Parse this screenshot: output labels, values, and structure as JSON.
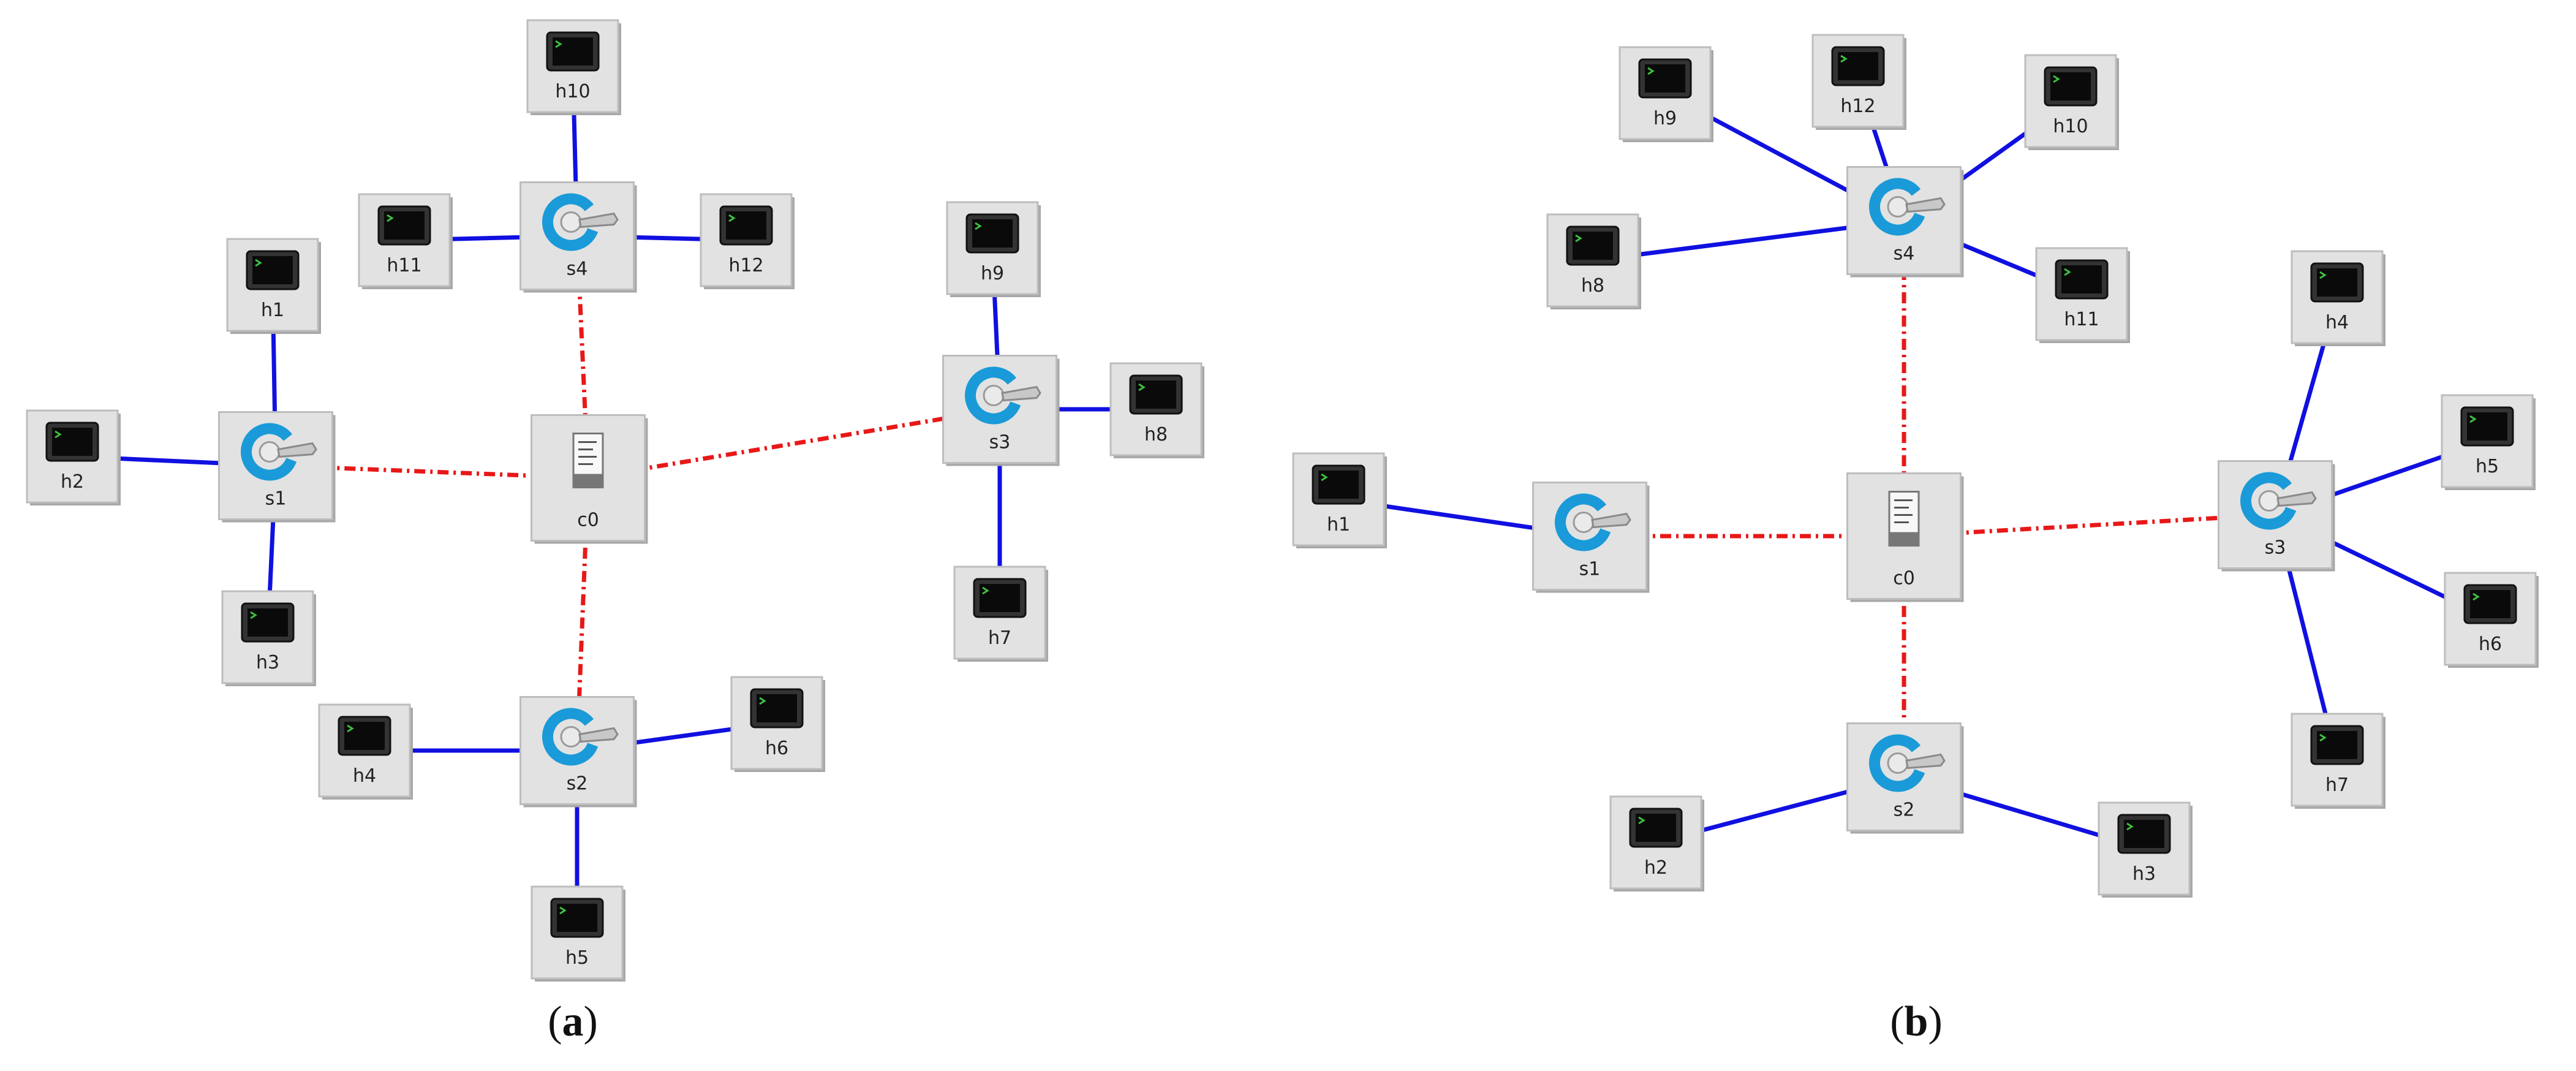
{
  "colors": {
    "data_link": "#1010e0",
    "control_link": "#e81818",
    "node_bg": "#e2e2e2",
    "switch_icon": "#1a9ad8"
  },
  "panels": [
    {
      "id": "a",
      "caption": {
        "open": "(",
        "letter": "a",
        "close": ")"
      },
      "nodes": [
        {
          "id": "c0",
          "label": "c0",
          "kind": "controller"
        },
        {
          "id": "s1",
          "label": "s1",
          "kind": "switch"
        },
        {
          "id": "s2",
          "label": "s2",
          "kind": "switch"
        },
        {
          "id": "s3",
          "label": "s3",
          "kind": "switch"
        },
        {
          "id": "s4",
          "label": "s4",
          "kind": "switch"
        },
        {
          "id": "h1",
          "label": "h1",
          "kind": "host"
        },
        {
          "id": "h2",
          "label": "h2",
          "kind": "host"
        },
        {
          "id": "h3",
          "label": "h3",
          "kind": "host"
        },
        {
          "id": "h4",
          "label": "h4",
          "kind": "host"
        },
        {
          "id": "h5",
          "label": "h5",
          "kind": "host"
        },
        {
          "id": "h6",
          "label": "h6",
          "kind": "host"
        },
        {
          "id": "h7",
          "label": "h7",
          "kind": "host"
        },
        {
          "id": "h8",
          "label": "h8",
          "kind": "host"
        },
        {
          "id": "h9",
          "label": "h9",
          "kind": "host"
        },
        {
          "id": "h10",
          "label": "h10",
          "kind": "host"
        },
        {
          "id": "h11",
          "label": "h11",
          "kind": "host"
        },
        {
          "id": "h12",
          "label": "h12",
          "kind": "host"
        }
      ],
      "links": [
        {
          "from": "c0",
          "to": "s1",
          "type": "control"
        },
        {
          "from": "c0",
          "to": "s2",
          "type": "control"
        },
        {
          "from": "c0",
          "to": "s3",
          "type": "control"
        },
        {
          "from": "c0",
          "to": "s4",
          "type": "control"
        },
        {
          "from": "s1",
          "to": "h1",
          "type": "data"
        },
        {
          "from": "s1",
          "to": "h2",
          "type": "data"
        },
        {
          "from": "s1",
          "to": "h3",
          "type": "data"
        },
        {
          "from": "s2",
          "to": "h4",
          "type": "data"
        },
        {
          "from": "s2",
          "to": "h5",
          "type": "data"
        },
        {
          "from": "s2",
          "to": "h6",
          "type": "data"
        },
        {
          "from": "s3",
          "to": "h7",
          "type": "data"
        },
        {
          "from": "s3",
          "to": "h8",
          "type": "data"
        },
        {
          "from": "s3",
          "to": "h9",
          "type": "data"
        },
        {
          "from": "s4",
          "to": "h10",
          "type": "data"
        },
        {
          "from": "s4",
          "to": "h11",
          "type": "data"
        },
        {
          "from": "s4",
          "to": "h12",
          "type": "data"
        }
      ]
    },
    {
      "id": "b",
      "caption": {
        "open": "(",
        "letter": "b",
        "close": ")"
      },
      "nodes": [
        {
          "id": "c0",
          "label": "c0",
          "kind": "controller"
        },
        {
          "id": "s1",
          "label": "s1",
          "kind": "switch"
        },
        {
          "id": "s2",
          "label": "s2",
          "kind": "switch"
        },
        {
          "id": "s3",
          "label": "s3",
          "kind": "switch"
        },
        {
          "id": "s4",
          "label": "s4",
          "kind": "switch"
        },
        {
          "id": "h1",
          "label": "h1",
          "kind": "host"
        },
        {
          "id": "h2",
          "label": "h2",
          "kind": "host"
        },
        {
          "id": "h3",
          "label": "h3",
          "kind": "host"
        },
        {
          "id": "h4",
          "label": "h4",
          "kind": "host"
        },
        {
          "id": "h5",
          "label": "h5",
          "kind": "host"
        },
        {
          "id": "h6",
          "label": "h6",
          "kind": "host"
        },
        {
          "id": "h7",
          "label": "h7",
          "kind": "host"
        },
        {
          "id": "h8",
          "label": "h8",
          "kind": "host"
        },
        {
          "id": "h9",
          "label": "h9",
          "kind": "host"
        },
        {
          "id": "h10",
          "label": "h10",
          "kind": "host"
        },
        {
          "id": "h11",
          "label": "h11",
          "kind": "host"
        },
        {
          "id": "h12",
          "label": "h12",
          "kind": "host"
        }
      ],
      "links": [
        {
          "from": "c0",
          "to": "s1",
          "type": "control"
        },
        {
          "from": "c0",
          "to": "s2",
          "type": "control"
        },
        {
          "from": "c0",
          "to": "s3",
          "type": "control"
        },
        {
          "from": "c0",
          "to": "s4",
          "type": "control"
        },
        {
          "from": "s1",
          "to": "h1",
          "type": "data"
        },
        {
          "from": "s2",
          "to": "h2",
          "type": "data"
        },
        {
          "from": "s2",
          "to": "h3",
          "type": "data"
        },
        {
          "from": "s3",
          "to": "h4",
          "type": "data"
        },
        {
          "from": "s3",
          "to": "h5",
          "type": "data"
        },
        {
          "from": "s3",
          "to": "h6",
          "type": "data"
        },
        {
          "from": "s3",
          "to": "h7",
          "type": "data"
        },
        {
          "from": "s4",
          "to": "h8",
          "type": "data"
        },
        {
          "from": "s4",
          "to": "h9",
          "type": "data"
        },
        {
          "from": "s4",
          "to": "h10",
          "type": "data"
        },
        {
          "from": "s4",
          "to": "h11",
          "type": "data"
        },
        {
          "from": "s4",
          "to": "h12",
          "type": "data"
        }
      ]
    }
  ]
}
